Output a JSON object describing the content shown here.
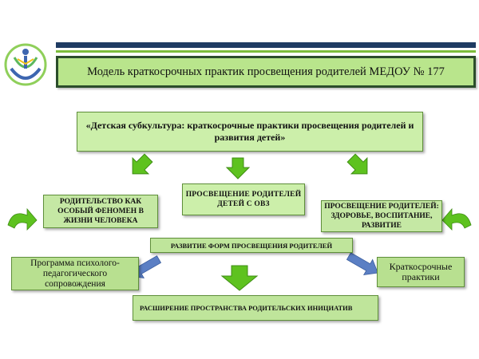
{
  "title": "Модель краткосрочных практик просвещения родителей МЕДОУ № 177",
  "subtitle": "«Детская субкультура: краткосрочные практики просвещения родителей и развития детей»",
  "nodes": {
    "center_top": "ПРОСВЕЩЕНИЕ РОДИТЕЛЕЙ ДЕТЕЙ С ОВЗ",
    "left": "РОДИТЕЛЬСТВО КАК ОСОБЫЙ ФЕНОМЕН В ЖИЗНИ ЧЕЛОВЕКА",
    "right": "ПРОСВЕЩЕНИЕ РОДИТЕЛЕЙ: ЗДОРОВЬЕ, ВОСПИТАНИЕ, РАЗВИТИЕ",
    "development": "РАЗВИТИЕ ФОРМ ПРОСВЕЩЕНИЯ РОДИТЕЛЕЙ",
    "program": "Программа психолого-педагогического сопровождения",
    "short_practices": "Краткосрочные практики",
    "expansion": "РАСШИРЕНИЕ ПРОСТРАНСТВА РОДИТЕЛЬСКИХ ИНИЦИАТИВ"
  },
  "colors": {
    "arrow_green": "#5ec21f",
    "arrow_blue": "#5b7fc4",
    "box_fill": "#ccefaa",
    "navy": "#1f3b63"
  },
  "icons": [
    "logo-icon"
  ]
}
